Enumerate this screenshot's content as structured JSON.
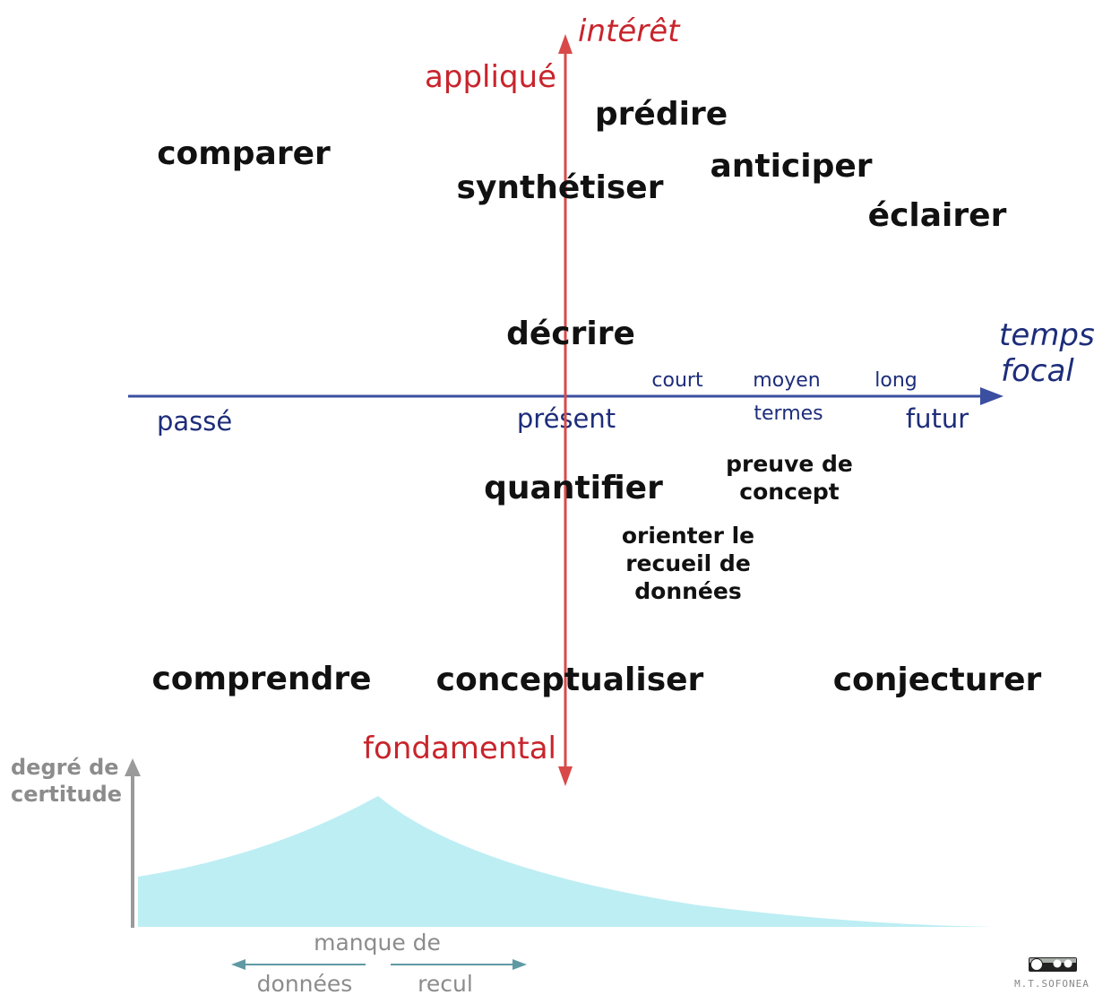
{
  "vertical_axis": {
    "title": "intérêt",
    "top_label": "appliqué",
    "bottom_label": "fondamental",
    "color": "#c8242c"
  },
  "horizontal_axis": {
    "title_line1": "temps",
    "title_line2": "focal",
    "past": "passé",
    "present": "présent",
    "future": "futur",
    "short": "court",
    "medium": "moyen",
    "long": "long",
    "terms": "termes",
    "color": "#1d2d7a"
  },
  "verbs": {
    "comparer": "comparer",
    "synthetiser": "synthétiser",
    "predire": "prédire",
    "anticiper": "anticiper",
    "eclairer": "éclairer",
    "decrire": "décrire",
    "quantifier": "quantifier",
    "preuve_line1": "preuve de",
    "preuve_line2": "concept",
    "orienter_line1": "orienter le",
    "orienter_line2": "recueil de",
    "orienter_line3": "données",
    "comprendre": "comprendre",
    "conceptualiser": "conceptualiser",
    "conjecturer": "conjecturer"
  },
  "certainty": {
    "title_line1": "degré de",
    "title_line2": "certitude",
    "lack_of": "manque de",
    "data": "données",
    "hindsight": "recul",
    "fill_color": "#bdeef4",
    "axis_color": "#9a9a9a",
    "arrow_color": "#5f9aa4"
  },
  "credit": {
    "author": "M.T.SOFONEA",
    "license_badge_icon": "cc-by-nc-badge-icon"
  }
}
